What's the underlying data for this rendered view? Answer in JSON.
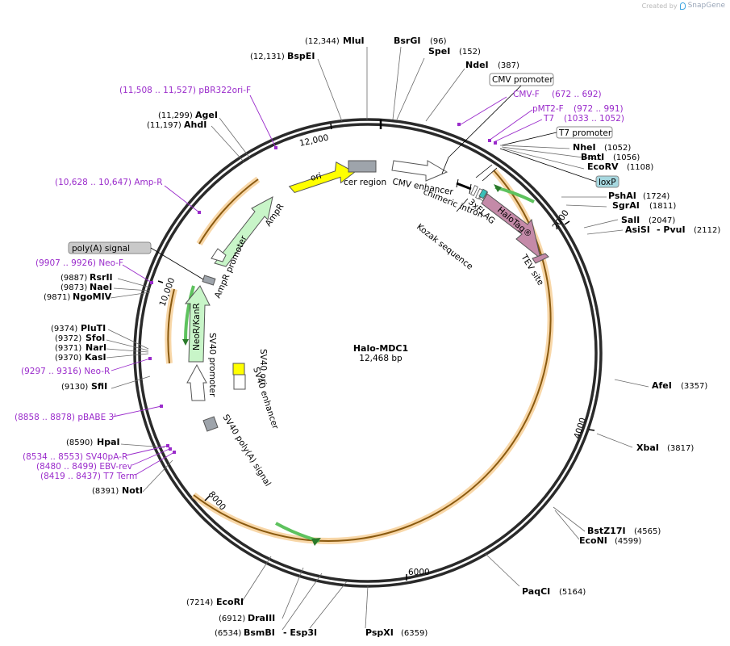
{
  "watermark": {
    "created_by": "Created by",
    "brand": "SnapGene"
  },
  "map": {
    "name": "Halo-MDC1",
    "size": "12,468 bp",
    "ticks": [
      "2000",
      "4000",
      "6000",
      "8000",
      "10,000",
      "12,000"
    ],
    "sites": [
      {
        "name": "MluI",
        "pos": "(12,344)"
      },
      {
        "name": "BsrGI",
        "pos": "(96)"
      },
      {
        "name": "SpeI",
        "pos": "(152)"
      },
      {
        "name": "NdeI",
        "pos": "(387)"
      },
      {
        "name": "BspEI",
        "pos": "(12,131)"
      },
      {
        "name": "AgeI",
        "pos": "(11,299)"
      },
      {
        "name": "AhdI",
        "pos": "(11,197)"
      },
      {
        "name": "NheI",
        "pos": "(1052)"
      },
      {
        "name": "BmtI",
        "pos": "(1056)"
      },
      {
        "name": "EcoRV",
        "pos": "(1108)"
      },
      {
        "name": "PshAI",
        "pos": "(1724)"
      },
      {
        "name": "SgrAI",
        "pos": "(1811)"
      },
      {
        "name": "SalI",
        "pos": "(2047)"
      },
      {
        "name": "AsiSI",
        "pos": "(2112)",
        "name2": "- PvuI"
      },
      {
        "name": "RsrII",
        "pos": "(9887)"
      },
      {
        "name": "NaeI",
        "pos": "(9873)"
      },
      {
        "name": "NgoMIV",
        "pos": "(9871)"
      },
      {
        "name": "PluTI",
        "pos": "(9374)"
      },
      {
        "name": "SfoI",
        "pos": "(9372)"
      },
      {
        "name": "NarI",
        "pos": "(9371)"
      },
      {
        "name": "KasI",
        "pos": "(9370)"
      },
      {
        "name": "SfiI",
        "pos": "(9130)"
      },
      {
        "name": "HpaI",
        "pos": "(8590)"
      },
      {
        "name": "NotI",
        "pos": "(8391)"
      },
      {
        "name": "AfeI",
        "pos": "(3357)"
      },
      {
        "name": "XbaI",
        "pos": "(3817)"
      },
      {
        "name": "BstZ17I",
        "pos": "(4565)"
      },
      {
        "name": "EcoNI",
        "pos": "(4599)"
      },
      {
        "name": "PaqCI",
        "pos": "(5164)"
      },
      {
        "name": "PspXI",
        "pos": "(6359)"
      },
      {
        "name": "EcoRI",
        "pos": "(7214)"
      },
      {
        "name": "DraIII",
        "pos": "(6912)"
      },
      {
        "name": "BsmBI",
        "pos": "(6534)",
        "name2": "- Esp3I"
      }
    ],
    "primers": [
      {
        "label": "(11,508 .. 11,527)  pBR322ori-F"
      },
      {
        "label": "CMV-F",
        "pos": "(672 .. 692)"
      },
      {
        "label": "pMT2-F",
        "pos": "(972 .. 991)"
      },
      {
        "label": "T7",
        "pos": "(1033 .. 1052)"
      },
      {
        "label": "(10,628 .. 10,647)  Amp-R"
      },
      {
        "label": "(9907 .. 9926)  Neo-F"
      },
      {
        "label": "(9297 .. 9316)  Neo-R"
      },
      {
        "label": "(8858 .. 8878)  pBABE 3'"
      },
      {
        "label": "(8534 .. 8553)  SV40pA-R"
      },
      {
        "label": "(8480 .. 8499)  EBV-rev"
      },
      {
        "label": "(8419 .. 8437)  T7 Term"
      }
    ],
    "boxed_features": [
      "CMV promoter",
      "T7 promoter",
      "loxP",
      "poly(A) signal"
    ],
    "features": {
      "cer_region": "cer region",
      "cmv_enhancer": "CMV enhancer",
      "chimeric_intron": "chimeric intron",
      "kozak": "Kozak sequence",
      "flag": "3xFLAG",
      "halotag": "HaloTag®",
      "tev": "TEV site",
      "ori": "ori",
      "ampr": "AmpR",
      "ampr_promoter": "AmpR promoter",
      "neor": "NeoR/KanR",
      "sv40_promoter": "SV40 promoter",
      "sv40_ori": "SV40 ori",
      "sv40_enhancer": "SV40 enhancer",
      "sv40_polya": "SV40 poly(A) signal"
    },
    "colors": {
      "backbone": "#2a2a2a",
      "orf_orange": "#f0a030",
      "primer": "#9a2bcb",
      "halotag": "#c48aa8",
      "ampr": "#c8f5c8",
      "ori": "#ffff00",
      "cer": "#9ea4ab",
      "loxp": "#a6d8e0"
    }
  }
}
